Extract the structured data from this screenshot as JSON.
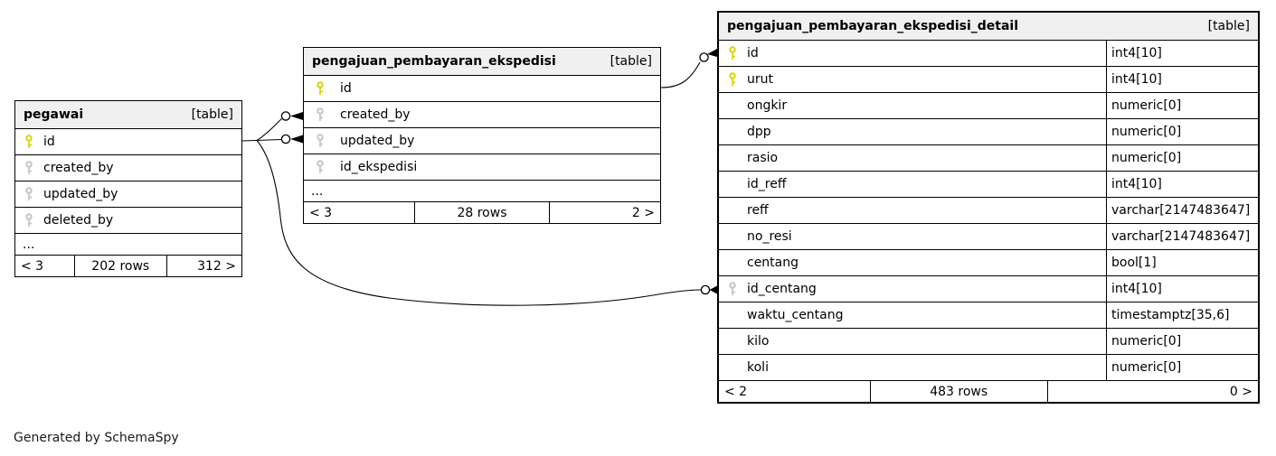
{
  "caption": "Generated by SchemaSpy",
  "colors": {
    "primary_key": "#d6d600",
    "foreign_key": "#c4c4c4",
    "header_bg": "#f0f0f0",
    "border": "#000000"
  },
  "tables": [
    {
      "name": "pegawai",
      "badge": "[table]",
      "columns": [
        {
          "name": "id",
          "key": "primary"
        },
        {
          "name": "created_by",
          "key": "foreign"
        },
        {
          "name": "updated_by",
          "key": "foreign"
        },
        {
          "name": "deleted_by",
          "key": "foreign"
        }
      ],
      "ellipsis": "...",
      "footer": {
        "left": "< 3",
        "center": "202 rows",
        "right": "312 >"
      }
    },
    {
      "name": "pengajuan_pembayaran_ekspedisi",
      "badge": "[table]",
      "columns": [
        {
          "name": "id",
          "key": "primary"
        },
        {
          "name": "created_by",
          "key": "foreign"
        },
        {
          "name": "updated_by",
          "key": "foreign"
        },
        {
          "name": "id_ekspedisi",
          "key": "foreign"
        }
      ],
      "ellipsis": "...",
      "footer": {
        "left": "< 3",
        "center": "28 rows",
        "right": "2 >"
      }
    },
    {
      "name": "pengajuan_pembayaran_ekspedisi_detail",
      "badge": "[table]",
      "columns": [
        {
          "name": "id",
          "type": "int4[10]",
          "key": "primary"
        },
        {
          "name": "urut",
          "type": "int4[10]",
          "key": "primary"
        },
        {
          "name": "ongkir",
          "type": "numeric[0]",
          "key": "none"
        },
        {
          "name": "dpp",
          "type": "numeric[0]",
          "key": "none"
        },
        {
          "name": "rasio",
          "type": "numeric[0]",
          "key": "none"
        },
        {
          "name": "id_reff",
          "type": "int4[10]",
          "key": "none"
        },
        {
          "name": "reff",
          "type": "varchar[2147483647]",
          "key": "none"
        },
        {
          "name": "no_resi",
          "type": "varchar[2147483647]",
          "key": "none"
        },
        {
          "name": "centang",
          "type": "bool[1]",
          "key": "none"
        },
        {
          "name": "id_centang",
          "type": "int4[10]",
          "key": "foreign"
        },
        {
          "name": "waktu_centang",
          "type": "timestamptz[35,6]",
          "key": "none"
        },
        {
          "name": "kilo",
          "type": "numeric[0]",
          "key": "none"
        },
        {
          "name": "koli",
          "type": "numeric[0]",
          "key": "none"
        }
      ],
      "footer": {
        "left": "< 2",
        "center": "483 rows",
        "right": "0 >"
      }
    }
  ],
  "relationships": [
    {
      "from": "pegawai.id",
      "to": "pengajuan_pembayaran_ekspedisi.created_by"
    },
    {
      "from": "pegawai.id",
      "to": "pengajuan_pembayaran_ekspedisi.updated_by"
    },
    {
      "from": "pegawai.id",
      "to": "pengajuan_pembayaran_ekspedisi_detail.id_centang"
    },
    {
      "from": "pengajuan_pembayaran_ekspedisi.id",
      "to": "pengajuan_pembayaran_ekspedisi_detail.id"
    }
  ]
}
